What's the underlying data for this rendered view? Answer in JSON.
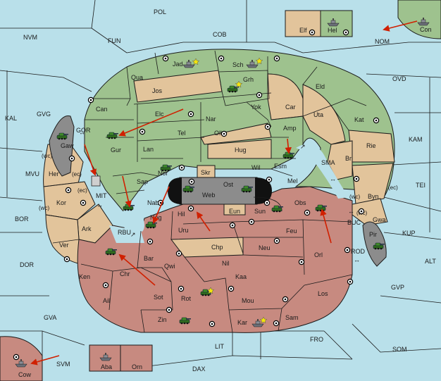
{
  "map": {
    "colors": {
      "sea": "#b9e0ea",
      "green": "#9ec28e",
      "tan": "#e2c49b",
      "red": "#c78a80",
      "gray": "#8c8c8c",
      "dark": "#111111",
      "order": "#d02000"
    },
    "sea_labels": {
      "pol": "POL",
      "fun": "FUN",
      "cob": "COB",
      "nvm": "NVM",
      "nom": "NOM",
      "ovd": "OVD",
      "kal": "KAL",
      "gvg": "GVG",
      "kam": "KAM",
      "mvu": "MVU",
      "tei": "TEI",
      "bor": "BOR",
      "kup": "KUP",
      "dor": "DOR",
      "alt": "ALT",
      "gvp": "GVP",
      "gva": "GVA",
      "fro": "FRO",
      "som": "SOM",
      "lit": "LIT",
      "svm": "SVM",
      "dax": "DAX",
      "mit": "MIT",
      "gor": "GOR",
      "sma": "SMA",
      "rbu": "RBU",
      "buc": "BUC",
      "rod": "ROD"
    },
    "land_labels": {
      "elf": "Elf",
      "hel": "Hel",
      "con": "Con",
      "jad": "Jad",
      "sch": "Sch",
      "qua": "Qua",
      "jos": "Jos",
      "grh": "Grh",
      "eld": "Eld",
      "can": "Can",
      "elc": "Elc",
      "nar": "Nar",
      "car": "Car",
      "yok": "Yok",
      "uta": "Uta",
      "kat": "Kat",
      "gaw": "Gaw",
      "gur": "Gur",
      "tel": "Tel",
      "olk": "Olk",
      "amp": "Amp",
      "lan": "Lan",
      "hug": "Hug",
      "rie": "Rie",
      "bri": "Bri",
      "her": "Her",
      "nor": "Nor",
      "skr": "Skr",
      "wil": "Wil",
      "esm": "Esm",
      "sap": "Sap",
      "ost": "Ost",
      "web": "Web",
      "mel": "Mel",
      "kor": "Kor",
      "byn": "Byn",
      "nab": "Nab",
      "eun": "Eun",
      "sun": "Sun",
      "obs": "Obs",
      "gwa": "Gwa",
      "hil": "Hil",
      "nog": "Nog",
      "ark": "Ark",
      "uru": "Uru",
      "feu": "Feu",
      "pir": "Pir",
      "ver": "Ver",
      "chp": "Chp",
      "neu": "Neu",
      "orl": "Orl",
      "bar": "Bar",
      "qwi": "Qwi",
      "nil": "Nil",
      "ken": "Ken",
      "chr": "Chr",
      "kaa": "Kaa",
      "los": "Los",
      "ail": "Ail",
      "sot": "Sot",
      "rot": "Rot",
      "mou": "Mou",
      "zin": "Zin",
      "kar": "Kar",
      "sam": "Sam",
      "cow": "Cow",
      "aba": "Aba",
      "orn": "Orn"
    },
    "coast_labels": {
      "her_wc": "(wc)",
      "her_ec": "(ec)",
      "kor_ec": "(ec)",
      "kor_wc": "(wc)",
      "byn_wc": "(wc)",
      "byn_ec": "(ec)",
      "gwa_wc": "(wc)"
    },
    "arrows": {
      "two_way": "↔",
      "diag": "↗"
    },
    "icons": {
      "army": "army-unit-icon",
      "fleet": "fleet-unit-icon",
      "supply": "supply-center-icon",
      "star": "star-marker-icon"
    }
  }
}
